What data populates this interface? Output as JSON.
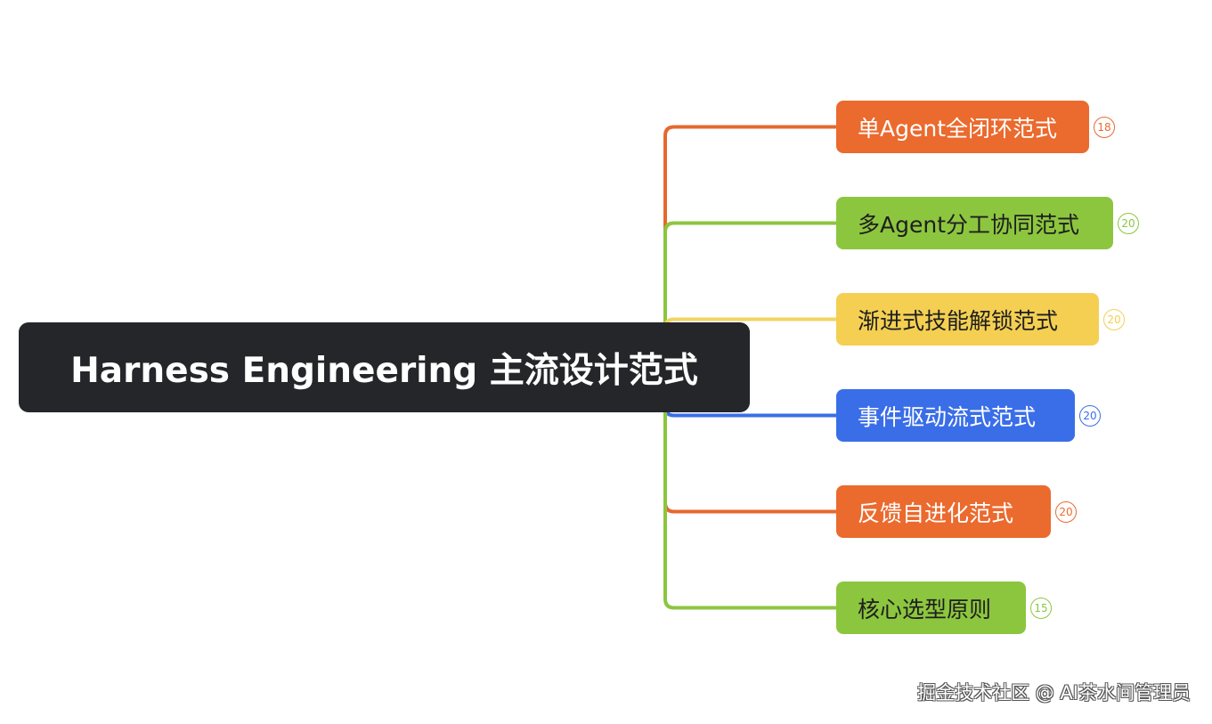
{
  "root": {
    "title": "Harness Engineering 主流设计范式",
    "color": "#25262a"
  },
  "branches": [
    {
      "label": "单Agent全闭环范式",
      "count": "18",
      "color": "#eb6a2e",
      "text_color": "#ffffff",
      "line_color": "#e6682e"
    },
    {
      "label": "多Agent分工协同范式",
      "count": "20",
      "color": "#8cc63f",
      "text_color": "#1e1e1e",
      "line_color": "#8cc63f"
    },
    {
      "label": "渐进式技能解锁范式",
      "count": "20",
      "color": "#f4cf52",
      "text_color": "#1e1e1e",
      "line_color": "#f1d463"
    },
    {
      "label": "事件驱动流式范式",
      "count": "20",
      "color": "#3a6ee8",
      "text_color": "#ffffff",
      "line_color": "#3a6ee8"
    },
    {
      "label": "反馈自进化范式",
      "count": "20",
      "color": "#eb6a2e",
      "text_color": "#ffffff",
      "line_color": "#e6682e"
    },
    {
      "label": "核心选型原则",
      "count": "15",
      "color": "#8cc63f",
      "text_color": "#1e1e1e",
      "line_color": "#8cc63f"
    }
  ],
  "watermark": "掘金技术社区 @ AI茶水间管理员"
}
